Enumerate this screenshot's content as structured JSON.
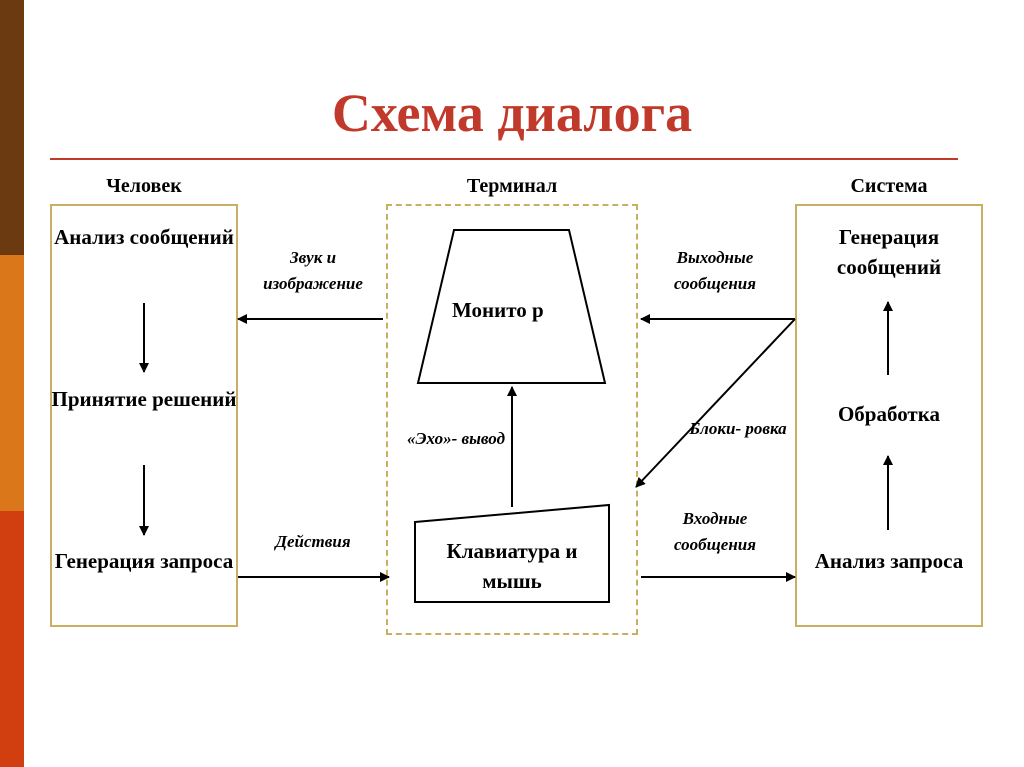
{
  "title": "Схема диалога",
  "columns": {
    "human": "Человек",
    "terminal": "Терминал",
    "system": "Система"
  },
  "human": {
    "analysis": "Анализ сообщений",
    "decision": "Принятие решений",
    "request": "Генерация запроса"
  },
  "terminal": {
    "monitor": "Монито р",
    "keyboard": "Клавиатура и мышь",
    "echo": "«Эхо»- вывод"
  },
  "system": {
    "generation": "Генерация сообщений",
    "processing": "Обработка",
    "analysis": "Анализ запроса"
  },
  "edges": {
    "sound": "Звук и изображение",
    "actions": "Действия",
    "output": "Выходные сообщения",
    "input": "Входные сообщения",
    "lock": "Блоки- ровка"
  },
  "colors": {
    "title": "#c0392b",
    "box_border": "#c8b060",
    "bar_dark": "#6b3a10",
    "bar_mid": "#d9771a",
    "bar_red": "#d13e10"
  }
}
